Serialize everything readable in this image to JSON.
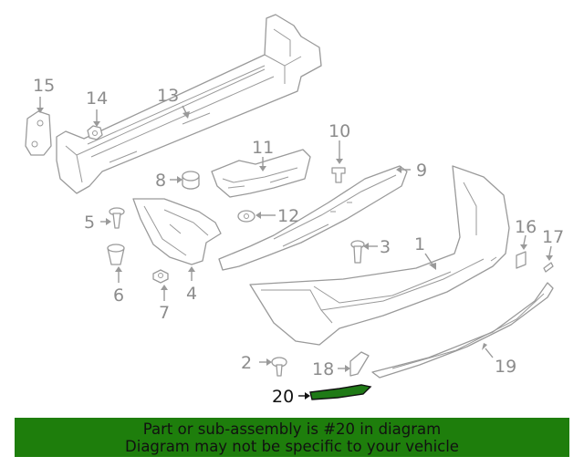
{
  "callouts": {
    "n1": "1",
    "n2": "2",
    "n3": "3",
    "n4": "4",
    "n5": "5",
    "n6": "6",
    "n7": "7",
    "n8": "8",
    "n9": "9",
    "n10": "10",
    "n11": "11",
    "n12": "12",
    "n13": "13",
    "n14": "14",
    "n15": "15",
    "n16": "16",
    "n17": "17",
    "n18": "18",
    "n19": "19",
    "n20": "20"
  },
  "highlighted_part": "20",
  "banner": {
    "line1": "Part or sub-assembly is #20 in diagram",
    "line2": "Diagram may not be specific to your vehicle"
  },
  "colors": {
    "banner_background": "#1e7e0c",
    "highlight_part": "#1f7a16",
    "line_art": "#9a9a9a"
  }
}
